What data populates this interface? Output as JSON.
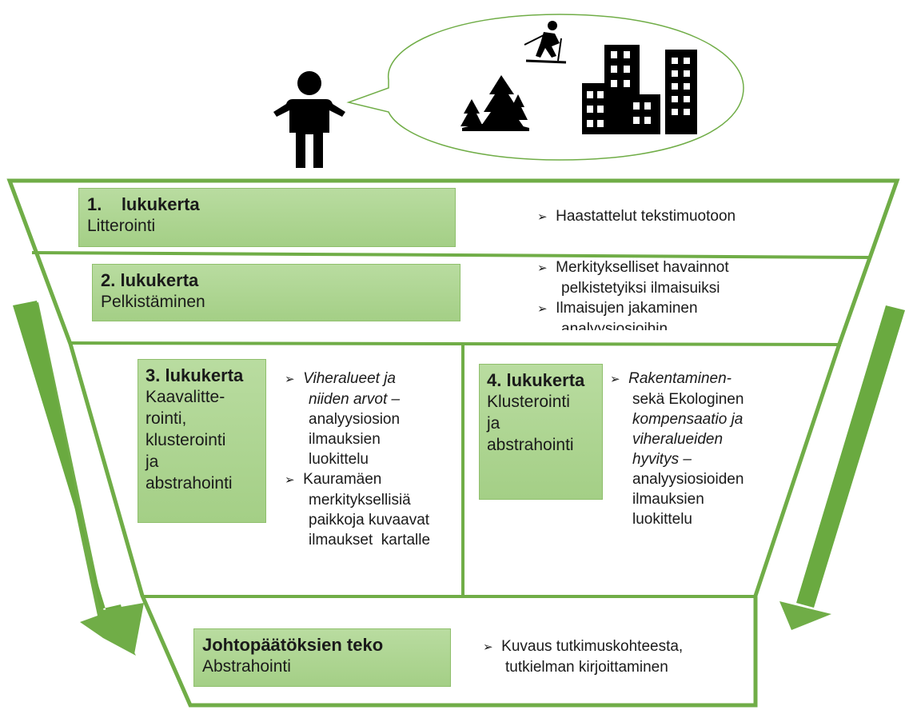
{
  "stage1": {
    "number": "1.",
    "title": "lukukerta",
    "subtitle": "Litterointi",
    "bullets": [
      "Haastattelut tekstimuotoon"
    ]
  },
  "stage2": {
    "title": "2. lukukerta",
    "subtitle": "Pelkistäminen",
    "bullets": [
      "Merkitykselliset havainnot",
      "pelkistetyiksi ilmaisuiksi",
      "Ilmaisujen jakaminen",
      "analyysiosioihin"
    ]
  },
  "stage3": {
    "title": "3. lukukerta",
    "subtitle_lines": [
      "Kaavalitte-",
      "rointi,",
      "klusterointi",
      "ja",
      "abstrahointi"
    ],
    "bullet1_lines": [
      "Viheralueet ja",
      "niiden arvot –",
      "analyysiosion",
      "ilmauksien",
      "luokittelu"
    ],
    "bullet2_lines": [
      "Kauramäen",
      "merkityksellisiä",
      "paikkoja kuvaavat",
      "ilmaukset  kartalle"
    ]
  },
  "stage4": {
    "title": "4. lukukerta",
    "subtitle_lines": [
      "Klusterointi",
      "ja",
      "abstrahointi"
    ],
    "bullet_lines": [
      "Rakentaminen-",
      "sekä Ekologinen",
      "kompensaatio ja",
      "viheralueiden",
      "hyvitys –",
      "analyysiosioiden",
      "ilmauksien",
      "luokittelu"
    ]
  },
  "stage5": {
    "title": "Johtopäätöksien teko",
    "subtitle": "Abstrahointi",
    "bullets": [
      "Kuvaus tutkimuskohteesta,",
      "tutkielman kirjoittaminen"
    ]
  },
  "bullet_symbol": "➢",
  "icons": [
    "person-icon",
    "speech-bubble-icon",
    "skier-icon",
    "trees-icon",
    "buildings-icon",
    "arrow-down-left-icon",
    "arrow-down-right-icon"
  ],
  "colors": {
    "green_line": "#70ad47",
    "green_box": "#a9d18e",
    "arrow": "#6aaa40"
  }
}
